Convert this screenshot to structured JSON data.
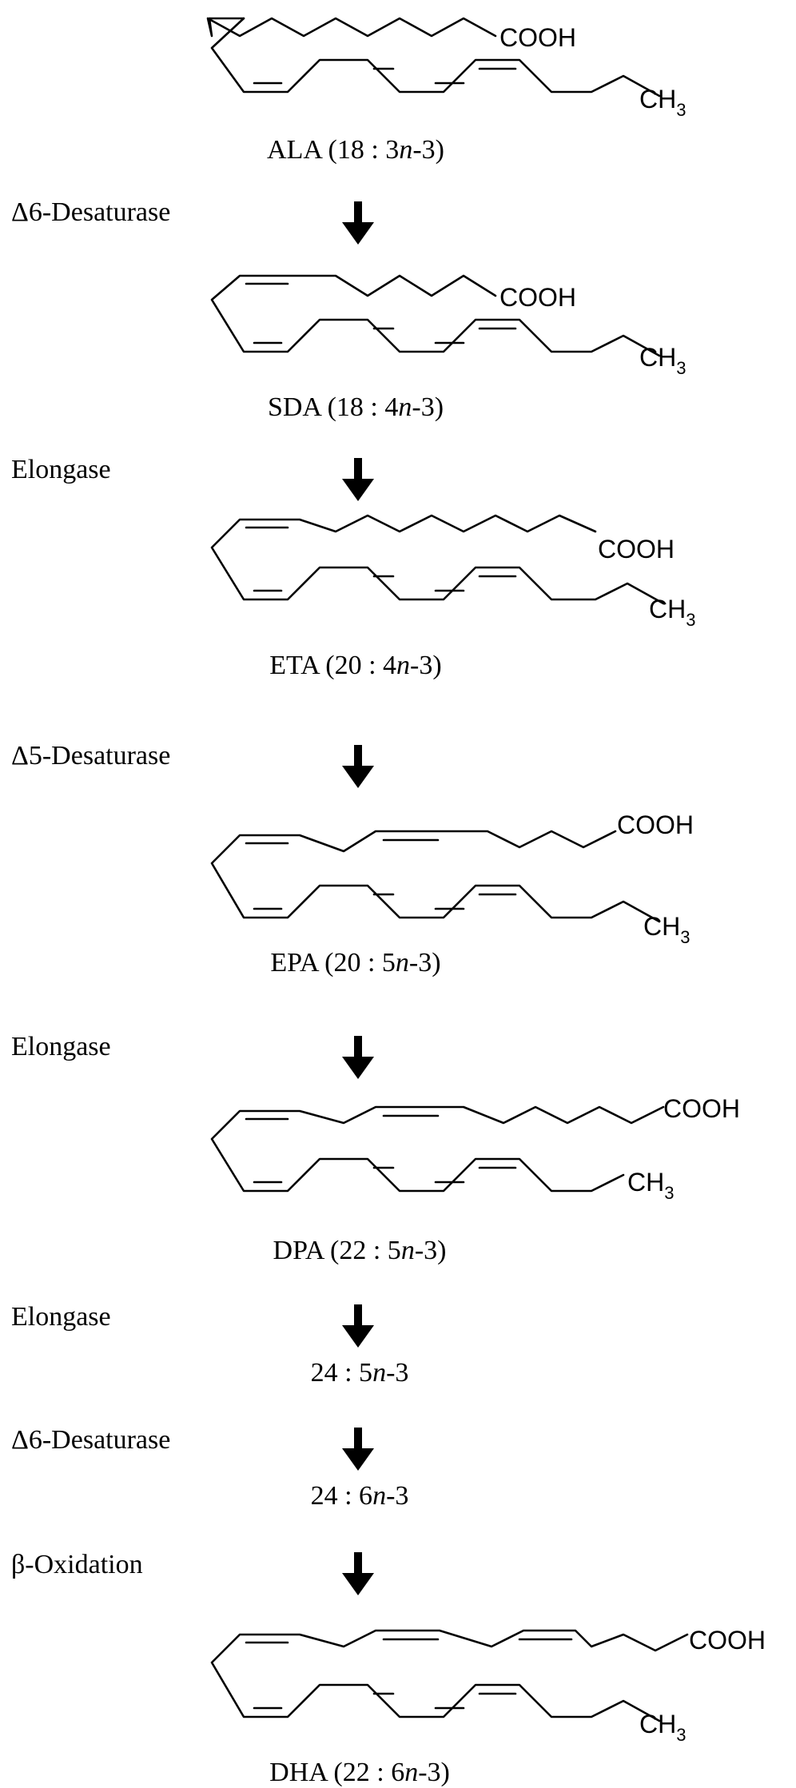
{
  "structures": [
    {
      "id": "ala",
      "acid_group": "COOH",
      "methyl_base": "CH",
      "methyl_sub": "3",
      "label_prefix": "ALA (18 : 3",
      "label_n": "n",
      "label_suffix": "-3)"
    },
    {
      "id": "sda",
      "acid_group": "COOH",
      "methyl_base": "CH",
      "methyl_sub": "3",
      "label_prefix": "SDA (18 : 4",
      "label_n": "n",
      "label_suffix": "-3)"
    },
    {
      "id": "eta",
      "acid_group": "COOH",
      "methyl_base": "CH",
      "methyl_sub": "3",
      "label_prefix": "ETA (20 : 4",
      "label_n": "n",
      "label_suffix": "-3)"
    },
    {
      "id": "epa",
      "acid_group": "COOH",
      "methyl_base": "CH",
      "methyl_sub": "3",
      "label_prefix": "EPA (20 : 5",
      "label_n": "n",
      "label_suffix": "-3)"
    },
    {
      "id": "dpa",
      "acid_group": "COOH",
      "methyl_base": "CH",
      "methyl_sub": "3",
      "label_prefix": "DPA (22 : 5",
      "label_n": "n",
      "label_suffix": "-3)"
    },
    {
      "id": "dha",
      "acid_group": "COOH",
      "methyl_base": "CH",
      "methyl_sub": "3",
      "label_prefix": "DHA (22 : 6",
      "label_n": "n",
      "label_suffix": "-3)"
    }
  ],
  "steps": [
    {
      "enzyme": "Δ6-Desaturase"
    },
    {
      "enzyme": "Elongase"
    },
    {
      "enzyme": "Δ5-Desaturase"
    },
    {
      "enzyme": "Elongase"
    },
    {
      "enzyme": "Elongase"
    },
    {
      "enzyme": "Δ6-Desaturase"
    },
    {
      "enzyme": "β-Oxidation"
    }
  ],
  "intermediates": [
    {
      "prefix": "24 : 5",
      "n": "n",
      "suffix": "-3"
    },
    {
      "prefix": "24 : 6",
      "n": "n",
      "suffix": "-3"
    }
  ]
}
